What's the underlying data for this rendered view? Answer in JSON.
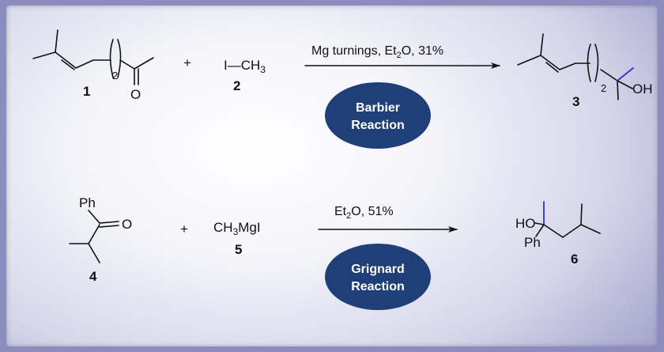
{
  "colors": {
    "frame": "#8c8cbe",
    "oval": "#1f3f78",
    "new_bond": "#3030d0"
  },
  "scheme": {
    "top": {
      "compound_1": {
        "number": "1",
        "repeat": "2",
        "oxygen": "O"
      },
      "plus": "+",
      "compound_2": {
        "formula_prefix": "I—CH",
        "formula_sub": "3",
        "number": "2"
      },
      "conditions": {
        "text_a": "Mg turnings, Et",
        "sub": "2",
        "text_b": "O, 31%"
      },
      "oval": {
        "line1": "Barbier",
        "line2": "Reaction"
      },
      "product_3": {
        "number": "3",
        "repeat": "2",
        "hydroxyl": "OH"
      }
    },
    "bottom": {
      "compound_4": {
        "number": "4",
        "phenyl": "Ph",
        "oxygen": "O"
      },
      "plus": "+",
      "compound_5": {
        "formula_a": "CH",
        "sub": "3",
        "formula_b": "MgI",
        "number": "5"
      },
      "conditions": {
        "text_a": "Et",
        "sub": "2",
        "text_b": "O, 51%"
      },
      "oval": {
        "line1": "Grignard",
        "line2": "Reaction"
      },
      "product_6": {
        "number": "6",
        "hydroxyl": "HO",
        "phenyl": "Ph"
      }
    }
  }
}
